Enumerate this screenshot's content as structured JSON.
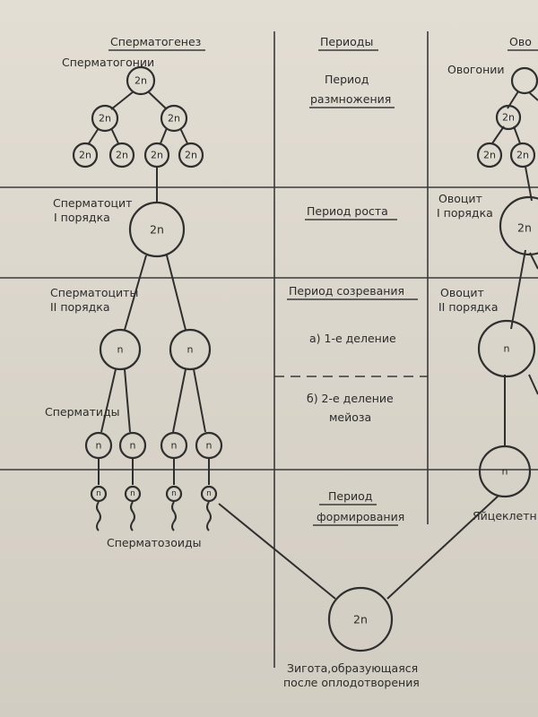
{
  "headers": {
    "spermatogenesis": "Сперматогенез",
    "periods": "Периоды",
    "oogenesis": "Ово"
  },
  "periods": {
    "reproduction_1": "Период",
    "reproduction_2": "размножения",
    "growth": "Период роста",
    "maturation": "Период созревания",
    "division_1": "а) 1-е деление",
    "division_2_1": "б) 2-е деление",
    "division_2_2": "мейоза",
    "formation_1": "Период",
    "formation_2": "формирования"
  },
  "spermatogenesis": {
    "spermatogonia": "Сперматогонии",
    "spermatocyte_1_line1": "Сперматоцит",
    "spermatocyte_1_line2": "I порядка",
    "spermatocytes_2_line1": "Сперматоциты",
    "spermatocytes_2_line2": "II порядка",
    "spermatids": "Сперматиды",
    "spermatozoa": "Сперматозоиды"
  },
  "oogenesis": {
    "oogonia": "Овогонии",
    "oocyte_1_line1": "Овоцит",
    "oocyte_1_line2": "I порядка",
    "oocyte_2_line1": "Овоцит",
    "oocyte_2_line2": "II порядка",
    "egg": "Яйцеклетн"
  },
  "zygote": {
    "label_1": "Зигота,образующаяся",
    "label_2": "после  оплодотворения"
  },
  "ploidy": {
    "diploid": "2n",
    "haploid": "n"
  }
}
